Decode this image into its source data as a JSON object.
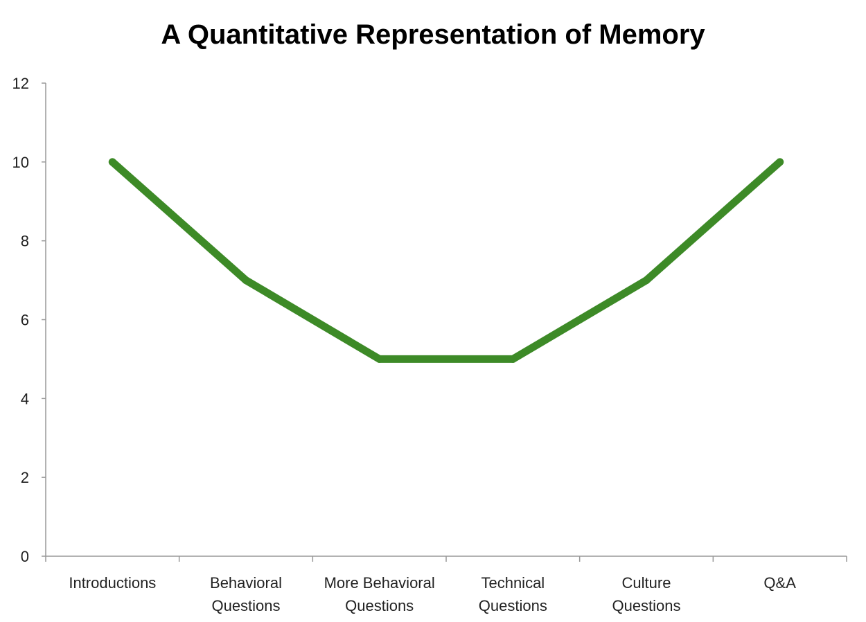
{
  "chart_data": {
    "type": "line",
    "title": "A Quantitative Representation of Memory",
    "xlabel": "",
    "ylabel": "",
    "categories": [
      [
        "Introductions"
      ],
      [
        "Behavioral",
        "Questions"
      ],
      [
        "More Behavioral",
        "Questions"
      ],
      [
        "Technical",
        "Questions"
      ],
      [
        "Culture",
        "Questions"
      ],
      [
        "Q&A"
      ]
    ],
    "series": [
      {
        "values": [
          10,
          7,
          5,
          5,
          7,
          10
        ],
        "color": "#3d8a27"
      }
    ],
    "ylim": [
      0,
      12
    ],
    "yticks": [
      0,
      2,
      4,
      6,
      8,
      10,
      12
    ],
    "grid": false,
    "legend": "none",
    "axis_color": "#999999"
  }
}
